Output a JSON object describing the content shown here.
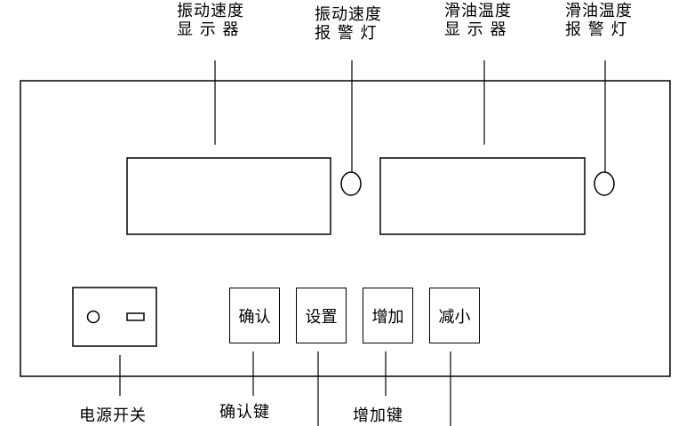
{
  "top_labels": {
    "vib_display": [
      "振动速度",
      "显 示 器"
    ],
    "vib_alarm": [
      "振动速度",
      "报 警 灯"
    ],
    "oil_display": [
      "滑油温度",
      "显 示 器"
    ],
    "oil_alarm": [
      "滑油温度",
      "报 警 灯"
    ]
  },
  "buttons": {
    "confirm": "确认",
    "settings": "设置",
    "increase": "增加",
    "decrease": "减小"
  },
  "bottom_labels": {
    "power_switch": "电源开关",
    "confirm_key": "确认键",
    "increase_key": "增加键"
  }
}
